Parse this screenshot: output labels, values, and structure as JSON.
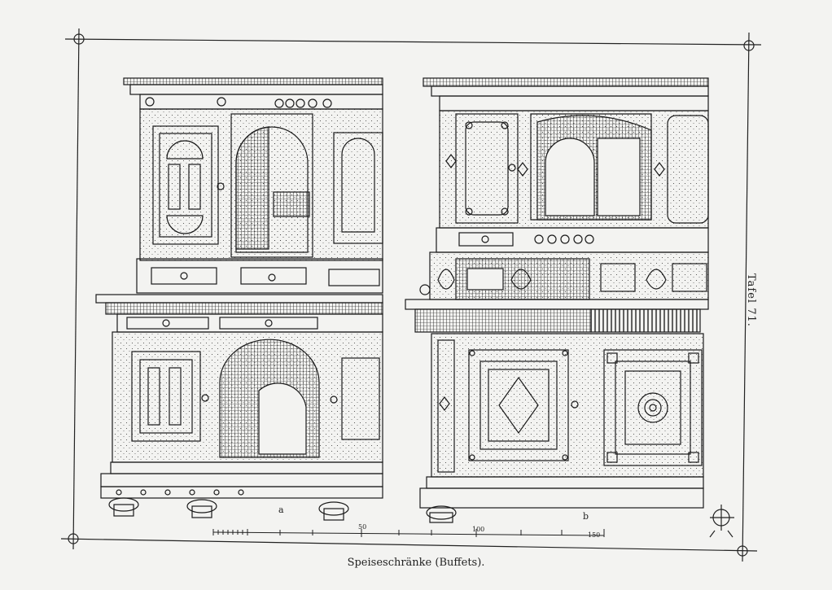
{
  "plate": {
    "title": "Speiseschränke (Buffets).",
    "label": "Tafel 71."
  },
  "figures": {
    "left_label": "a",
    "right_label": "b"
  },
  "scale_bar": {
    "ticks": [
      "50",
      "100",
      "150"
    ]
  },
  "colors": {
    "ink": "#1a1a1a",
    "paper": "#f3f3f1"
  },
  "icons": {
    "maker_mark": "monogram-seal-icon"
  }
}
